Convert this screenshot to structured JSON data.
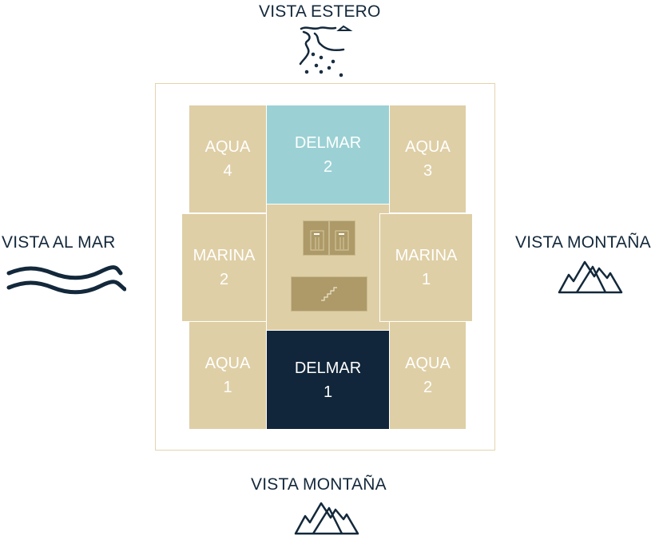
{
  "views": {
    "top": "VISTA ESTERO",
    "left": "VISTA AL MAR",
    "right": "VISTA MONTAÑA",
    "bottom": "VISTA MONTAÑA"
  },
  "units": [
    {
      "name": "AQUA",
      "number": "4",
      "color": "#dfcfa6"
    },
    {
      "name": "DELMAR",
      "number": "2",
      "color": "#9bd1d4"
    },
    {
      "name": "AQUA",
      "number": "3",
      "color": "#dfcfa6"
    },
    {
      "name": "MARINA",
      "number": "2",
      "color": "#dfcfa6"
    },
    {
      "name": "MARINA",
      "number": "1",
      "color": "#dfcfa6"
    },
    {
      "name": "AQUA",
      "number": "1",
      "color": "#dfcfa6"
    },
    {
      "name": "DELMAR",
      "number": "1",
      "color": "#11263a"
    },
    {
      "name": "AQUA",
      "number": "2",
      "color": "#dfcfa6"
    }
  ],
  "icons": [
    "river-icon",
    "waves-icon",
    "mountain-icon",
    "elevator-icon",
    "stairs-icon"
  ]
}
